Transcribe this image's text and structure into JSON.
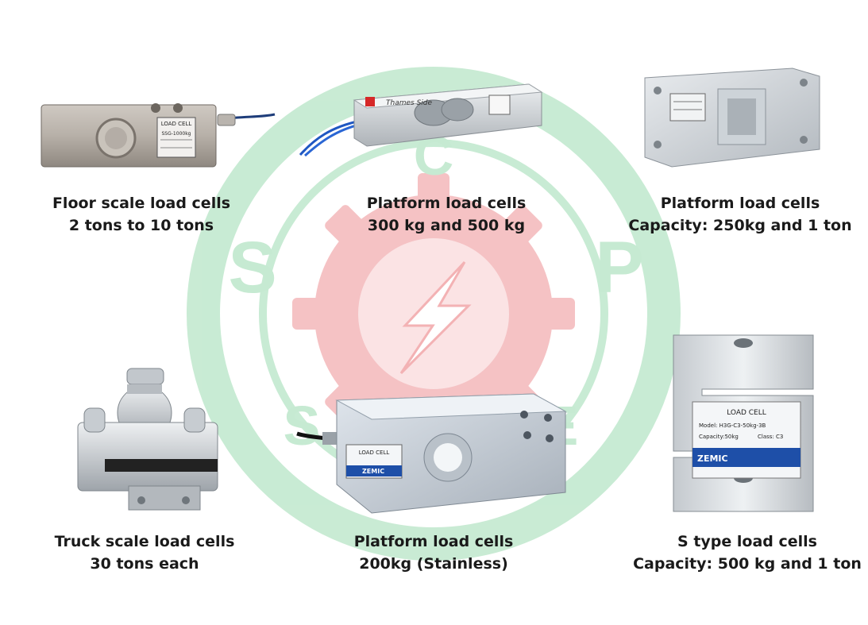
{
  "watermark": {
    "letter_left": "S",
    "letter_right": "P",
    "ring_color": "#c6ead2",
    "gear_color": "#f5c2c4",
    "bolt_color": "#ffffff"
  },
  "products": [
    {
      "line1": "Floor scale load cells",
      "line2": "2 tons to 10 tons",
      "label_text": "LOAD CELL",
      "model": "SSG-1000kg"
    },
    {
      "line1": "Platform load cells",
      "line2": "300 kg and 500 kg",
      "brand": "Thames Side"
    },
    {
      "line1": "Platform load cells",
      "line2": "Capacity: 250kg and 1 ton"
    },
    {
      "line1": "Truck scale load cells",
      "line2": "30 tons each"
    },
    {
      "line1": "Platform load cells",
      "line2": "200kg (Stainless)",
      "label_text": "LOAD CELL",
      "brand": "ZEMIC"
    },
    {
      "line1": "S type load cells",
      "line2": "Capacity: 500 kg and 1 ton",
      "label_text": "LOAD CELL",
      "model_line": "Model: H3G-C3-50kg-3B",
      "capacity_line": "Capacity:50kg",
      "class_line": "Class: C3",
      "brand": "ZEMIC"
    }
  ]
}
